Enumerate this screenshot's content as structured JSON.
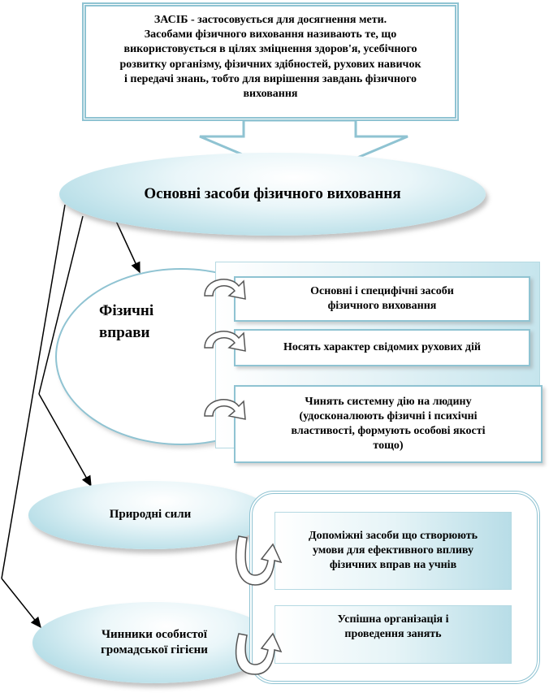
{
  "definition": {
    "lines": [
      "ЗАСІБ - застосовується для досягнення мети.",
      "Засобами фізичного виховання називають те, що",
      "використовується в цілях зміцнення здоров'я, усебічного",
      "розвитку організму, фізичних здібностей, рухових навичок",
      "і передачі знань, тобто для вирішення завдань фізичного",
      "виховання"
    ]
  },
  "main": {
    "title": "Основні засоби фізичного виховання"
  },
  "physical": {
    "label_line1": "Фізичні",
    "label_line2": "вправи",
    "items": [
      {
        "line1": "Основні і специфічні засоби",
        "line2": "фізичного виховання"
      },
      {
        "line1": "Носять характер свідомих рухових дій"
      },
      {
        "line1": "Чинять системну дію на людину",
        "line2": "(удосконалюють фізичні і психічні",
        "line3": "властивості, формують особові якості",
        "line4": "тощо)"
      }
    ]
  },
  "natural": {
    "label": "Природні  сили"
  },
  "hygiene": {
    "line1": "Чинники  особистої",
    "line2": "громадської гігієни"
  },
  "auxiliary": {
    "items": [
      {
        "line1": "Допоміжні засоби що створюють",
        "line2": "умови для ефективного впливу",
        "line3": "фізичних вправ на учнів"
      },
      {
        "line1": "Успішна організація і",
        "line2": "проведення занять"
      }
    ]
  },
  "colors": {
    "accent": "#8fc3d2",
    "fill": "#b9dfe8"
  }
}
